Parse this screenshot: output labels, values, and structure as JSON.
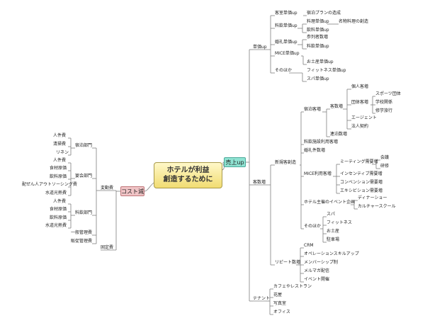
{
  "central": {
    "line1": "ホテルが利益",
    "line2": "創造するために"
  },
  "sales": {
    "label": "売上up",
    "unit_price": {
      "label": "単価up",
      "room": {
        "label": "客室単価up",
        "item": "宿泊プランの造成"
      },
      "cuisine": {
        "label": "料飲単価up",
        "food": "料理単価up",
        "food_item": "名物料理の創造",
        "drink": "飲料単価up"
      },
      "wedding": {
        "label": "婚礼単価up",
        "guests": "参列者数増",
        "cuisine": "料飲単価up"
      },
      "mice": "MICE単価up",
      "souvenir": "お土産単価up",
      "other": {
        "label": "そのほか",
        "fitness": "フィットネス単価up",
        "spa": "スパ単価up"
      }
    },
    "customers": {
      "label": "客数増",
      "new": {
        "label": "新規客創造",
        "lodging": {
          "label": "宿泊客増",
          "count": "客数増",
          "individual": "個人客増",
          "group": {
            "label": "団体客増",
            "sports": "スポーツ団体",
            "school": "学校関係",
            "study_trip": "修学旅行"
          },
          "agent": "エージェント",
          "corporate": "法人契約",
          "nights": "連泊数増"
        },
        "dining": "料飲施設利用客増",
        "wedding": "婚礼件数増",
        "mice": {
          "label": "MICE利用客増",
          "meeting": "ミーティング需要増",
          "conference": "会議",
          "training": "研修",
          "incentive": "インセンティブ需要増",
          "convention": "コンベンション需要増",
          "exhibition": "エキシビション需要増"
        },
        "events": {
          "label": "ホテル主催のイベント企画",
          "dinner_show": "ディナーショー",
          "culture": "カルチャースクール"
        },
        "other": {
          "label": "そのほか",
          "spa": "スパ",
          "fitness": "フィットネス",
          "souvenir": "お土産",
          "parking": "駐車場"
        }
      },
      "repeat": {
        "label": "リピート数増",
        "crm": "CRM",
        "operation": "オペレーションスキルアップ",
        "membership": "メンバーシップ制",
        "newsletter": "メルマガ配信",
        "events": "イベント開催"
      }
    },
    "tenant": {
      "label": "テナント",
      "cafe": "カフェやレストラン",
      "florist": "花屋",
      "photo": "写真室",
      "office": "オフィス"
    }
  },
  "cost": {
    "label": "コスト減",
    "variable": {
      "label": "変動費",
      "lodging": {
        "label": "宿泊部門",
        "labor": "人件費",
        "cleaning": "清掃費",
        "linen": "リネン"
      },
      "banquet": {
        "label": "宴会部門",
        "labor": "人件費",
        "food": "食材原価",
        "drink": "飲料原価",
        "outsourcing": "配ぜん人アウトソーシング費",
        "utilities": "水道光熱費"
      },
      "dining": {
        "label": "料飲部門",
        "labor": "人件費",
        "food": "食材原価",
        "drink": "飲料原価",
        "utilities": "水道光熱費"
      },
      "general": "一般管理費",
      "sales_admin": "販促管理費"
    },
    "fixed": "固定費"
  },
  "colors": {
    "line": "#7f7f7f",
    "sales_node": "#8fe3d2",
    "cost_node": "#f0c4c6",
    "central_node": "#f4e28a"
  }
}
